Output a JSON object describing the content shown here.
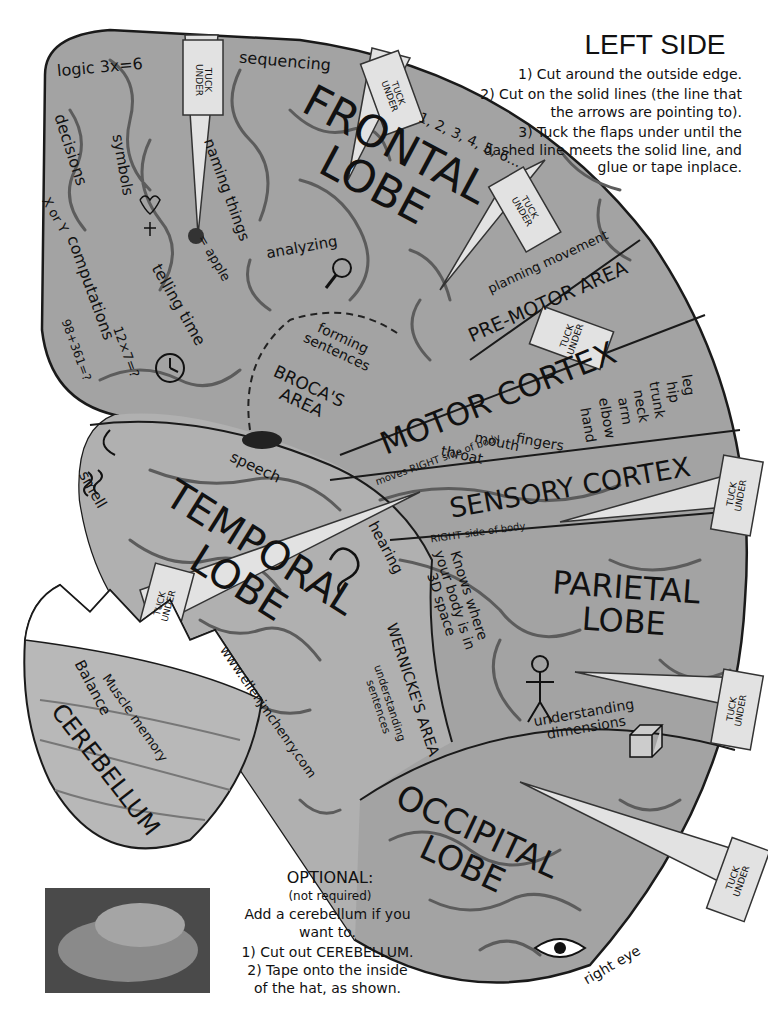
{
  "diagram": {
    "title": "LEFT SIDE",
    "nodes": [
      {
        "text": [
          "FRONTAL LOBE"
        ]
      },
      {
        "text": [
          "forming sentences",
          "BROCA'S AREA"
        ],
        "in": 0
      },
      {
        "text": [
          "planning movement",
          "PRE-MOTOR AREA"
        ]
      },
      {
        "text": [
          "MOTOR CORTEX",
          "moves RIGHT side of body"
        ]
      },
      {
        "text": [
          "SENSORY CORTEX",
          "RIGHT side of body"
        ]
      },
      {
        "text": [
          "TEMPORAL LOBE"
        ]
      },
      {
        "text": [
          "WERNICKE'S AREA",
          "understanding sentences"
        ]
      },
      {
        "text": [
          "PARIETAL LOBE"
        ]
      },
      {
        "text": [
          "OCCIPITAL LOBE"
        ]
      },
      {
        "text": [
          "Balance",
          "Muscle memory",
          "CEREBELLUM"
        ]
      }
    ],
    "labels": [
      "1) Cut around the outside edge.",
      "2) Cut on the solid lines (the line that the arrows are pointing to).",
      "3) Tuck the flaps under until the dashed line meets the solid line, and glue or tape inplace.",
      "logic 3x=6",
      "sequencing",
      "TUCK UNDER",
      "TUCK UNDER",
      "1, 2, 3, 4, 5, 6...",
      "decisions",
      "X or Y",
      "symbols",
      "naming things",
      "= apple",
      "computations",
      "98+361=?",
      "telling time",
      "12×7=?",
      "analyzing",
      "TUCK UNDER",
      "TUCK UNDER",
      "leg",
      "hip",
      "trunk",
      "neck",
      "arm",
      "elbow",
      "hand",
      "fingers",
      "mouth",
      "throat",
      "smell",
      "speech",
      "hearing",
      "TUCK UNDER",
      "TUCK UNDER",
      "Knows where your body is in 3D space",
      "www.ellenjmchenry.com",
      "understanding dimensions",
      "TUCK UNDER",
      "TUCK UNDER",
      "right eye",
      "OPTIONAL:",
      "(not required)",
      "Add a cerebellum if you want to.",
      "1) Cut out CEREBELLUM.",
      "2) Tape onto the inside of the hat, as shown."
    ]
  }
}
